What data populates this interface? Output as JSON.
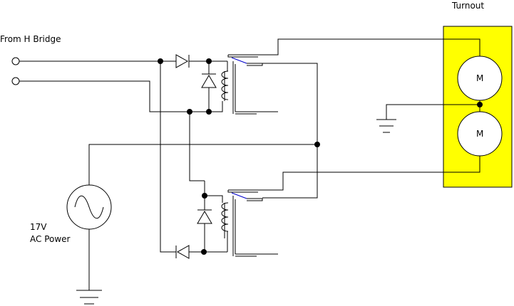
{
  "labels": {
    "input": "From H Bridge",
    "turnout": "Turnout",
    "power_line1": "17V",
    "power_line2": "AC Power",
    "motor_top": "M",
    "motor_bottom": "M"
  },
  "colors": {
    "turnout_fill": "#ffff00",
    "contact_blade": "#0000cc",
    "wire": "#000000"
  }
}
